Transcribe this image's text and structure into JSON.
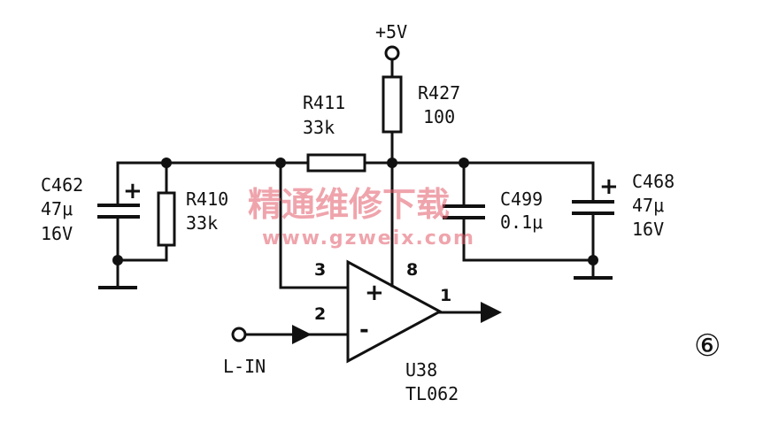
{
  "supply": {
    "label": "+5V"
  },
  "components": {
    "r411": {
      "ref": "R411",
      "value": "33k"
    },
    "r427": {
      "ref": "R427",
      "value": "100"
    },
    "r410": {
      "ref": "R410",
      "value": "33k"
    },
    "c462": {
      "ref": "C462",
      "value": "47μ",
      "voltage": "16V",
      "polarity": "+"
    },
    "c499": {
      "ref": "C499",
      "value": "0.1μ"
    },
    "c468": {
      "ref": "C468",
      "value": "47μ",
      "voltage": "16V",
      "polarity": "+"
    }
  },
  "opamp": {
    "ref": "U38",
    "part": "TL062",
    "plus": "+",
    "minus": "-",
    "pins": {
      "noninv": "3",
      "inv": "2",
      "supply": "8",
      "out": "1"
    }
  },
  "input": {
    "label": "L-IN"
  },
  "figure_number": "⑥",
  "watermark": {
    "text": "精通维修下载",
    "url": "www.gzweix.com",
    "color": "#e25a6a"
  }
}
